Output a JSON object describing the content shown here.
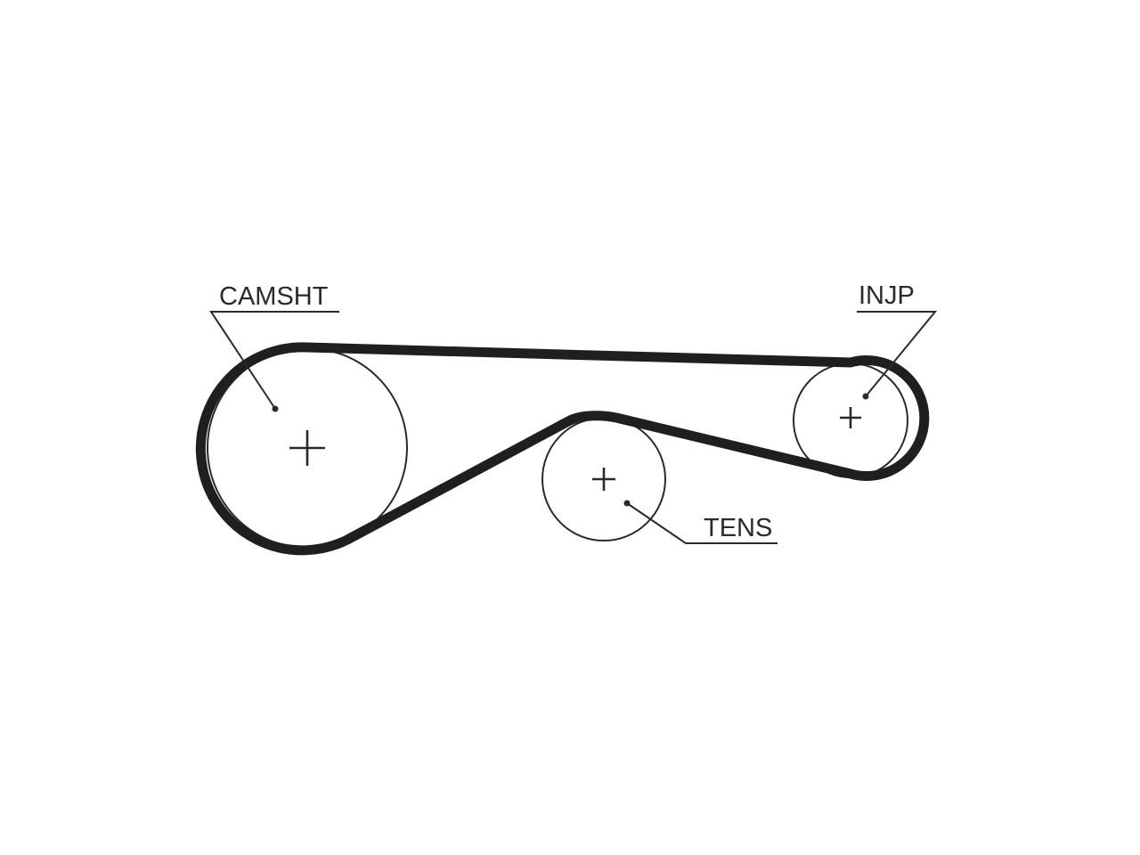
{
  "diagram": {
    "labels": {
      "camshaft": "CAMSHT",
      "injection_pump": "INJP",
      "tensioner": "TENS"
    },
    "colors": {
      "line": "#2a2a2a",
      "belt": "#1f1f1f",
      "background": "#ffffff"
    }
  }
}
